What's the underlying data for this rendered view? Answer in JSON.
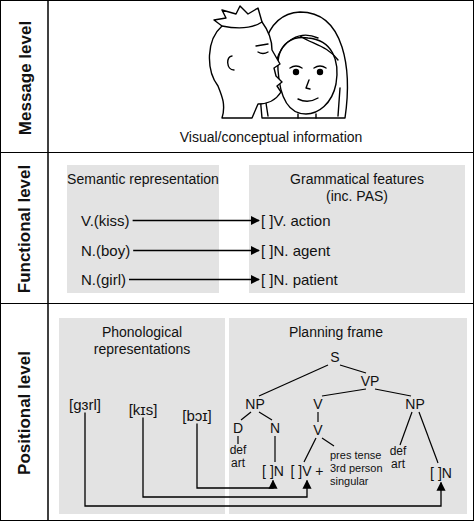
{
  "diagram": {
    "nodes": [
      {
        "text": [
          "Message level",
          "Visual/conceptual information"
        ]
      },
      {
        "text": [
          "Functional level"
        ]
      },
      {
        "text": [
          "Semantic representation"
        ],
        "in": 1
      },
      {
        "text": [
          "V.(kiss)"
        ],
        "in": 2
      },
      {
        "text": [
          "N.(boy)"
        ],
        "in": 2
      },
      {
        "text": [
          "N.(girl)"
        ],
        "in": 2
      },
      {
        "text": [
          "Grammatical features (inc. PAS)"
        ],
        "in": 1
      },
      {
        "text": [
          "[ ]V. action"
        ],
        "in": 6
      },
      {
        "text": [
          "[ ]N. agent"
        ],
        "in": 6
      },
      {
        "text": [
          "[ ]N. patient"
        ],
        "in": 6
      },
      {
        "text": [
          "Positional level"
        ]
      },
      {
        "text": [
          "Phonological representations"
        ],
        "in": 10
      },
      {
        "text": [
          "[gɜrl]"
        ],
        "in": 11
      },
      {
        "text": [
          "[kɪs]"
        ],
        "in": 11
      },
      {
        "text": [
          "[bɔɪ]"
        ],
        "in": 11
      },
      {
        "text": [
          "Planning frame"
        ],
        "in": 10
      },
      {
        "text": [
          "[ ]N"
        ],
        "in": 15
      },
      {
        "text": [
          "[ ]V +"
        ],
        "in": 15
      },
      {
        "text": [
          "[ ]N"
        ],
        "in": 15
      }
    ],
    "edges": [
      {
        "from": 3,
        "to": 7,
        "arrow": "to"
      },
      {
        "from": 4,
        "to": 8,
        "arrow": "to"
      },
      {
        "from": 5,
        "to": 9,
        "arrow": "to"
      },
      {
        "from": 12,
        "to": 18,
        "arrow": "to"
      },
      {
        "from": 13,
        "to": 17,
        "arrow": "to"
      },
      {
        "from": 14,
        "to": 16,
        "arrow": "to"
      }
    ],
    "labels": [
      "S",
      "VP",
      "NP",
      "V",
      "NP",
      "D",
      "N",
      "V",
      "def art",
      "pres tense 3rd person singular",
      "def art"
    ]
  }
}
